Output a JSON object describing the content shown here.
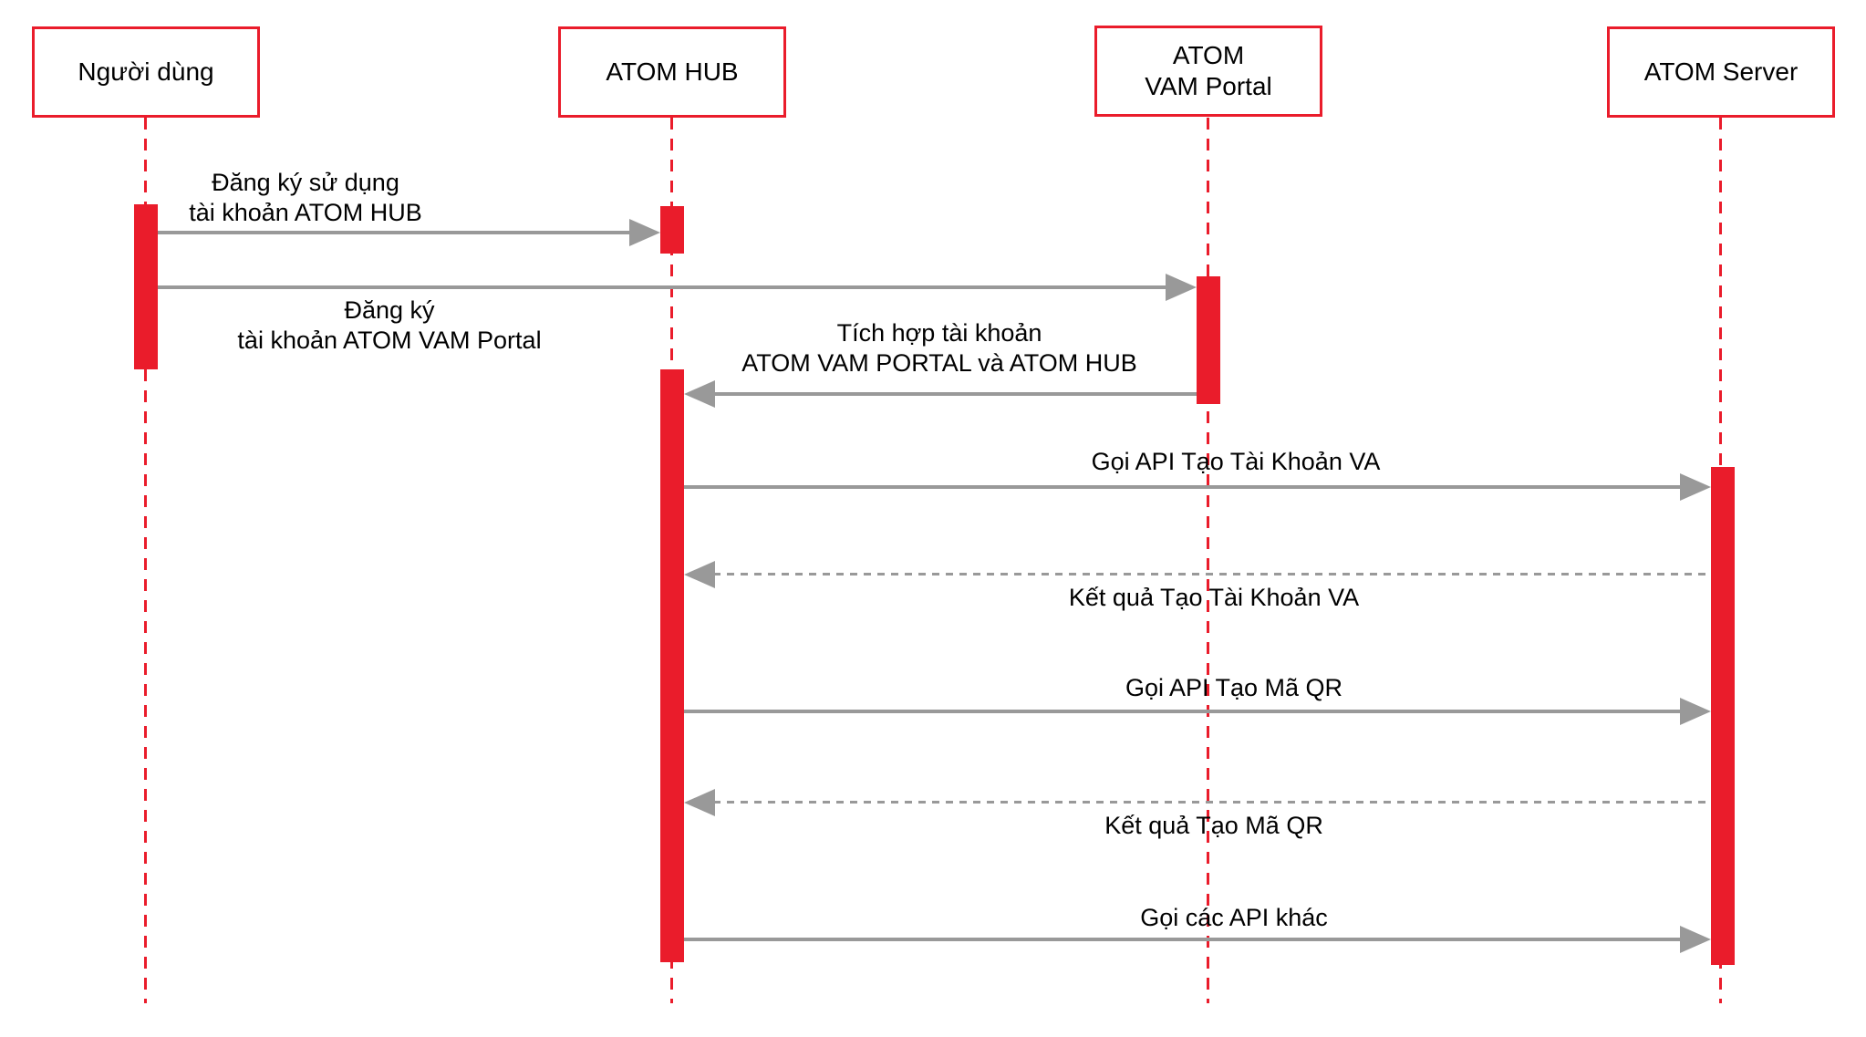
{
  "diagram_type": "sequence-diagram",
  "colors": {
    "accent_red": "#ea1c2b",
    "arrow_gray": "#999999",
    "text": "#000000",
    "background": "#ffffff"
  },
  "participants": [
    {
      "id": "nguoi-dung",
      "label": "Người dùng"
    },
    {
      "id": "atom-hub",
      "label": "ATOM HUB"
    },
    {
      "id": "atom-vam-portal",
      "label": "ATOM\nVAM Portal"
    },
    {
      "id": "atom-server",
      "label": "ATOM Server"
    }
  ],
  "messages": [
    {
      "from": "Người dùng",
      "to": "ATOM HUB",
      "style": "solid",
      "label": "Đăng ký sử dụng\ntài khoản ATOM HUB"
    },
    {
      "from": "Người dùng",
      "to": "ATOM VAM Portal",
      "style": "solid",
      "label": "Đăng ký\ntài khoản ATOM VAM Portal"
    },
    {
      "from": "ATOM VAM Portal",
      "to": "ATOM HUB",
      "style": "solid",
      "label": "Tích hợp tài khoản\nATOM VAM PORTAL và ATOM HUB"
    },
    {
      "from": "ATOM HUB",
      "to": "ATOM Server",
      "style": "solid",
      "label": "Gọi API Tạo Tài Khoản VA"
    },
    {
      "from": "ATOM Server",
      "to": "ATOM HUB",
      "style": "dashed",
      "label": "Kết quả Tạo Tài Khoản VA"
    },
    {
      "from": "ATOM HUB",
      "to": "ATOM Server",
      "style": "solid",
      "label": "Gọi API Tạo Mã QR"
    },
    {
      "from": "ATOM Server",
      "to": "ATOM HUB",
      "style": "dashed",
      "label": "Kết quả Tạo Mã QR"
    },
    {
      "from": "ATOM HUB",
      "to": "ATOM Server",
      "style": "solid",
      "label": "Gọi các API khác"
    }
  ]
}
